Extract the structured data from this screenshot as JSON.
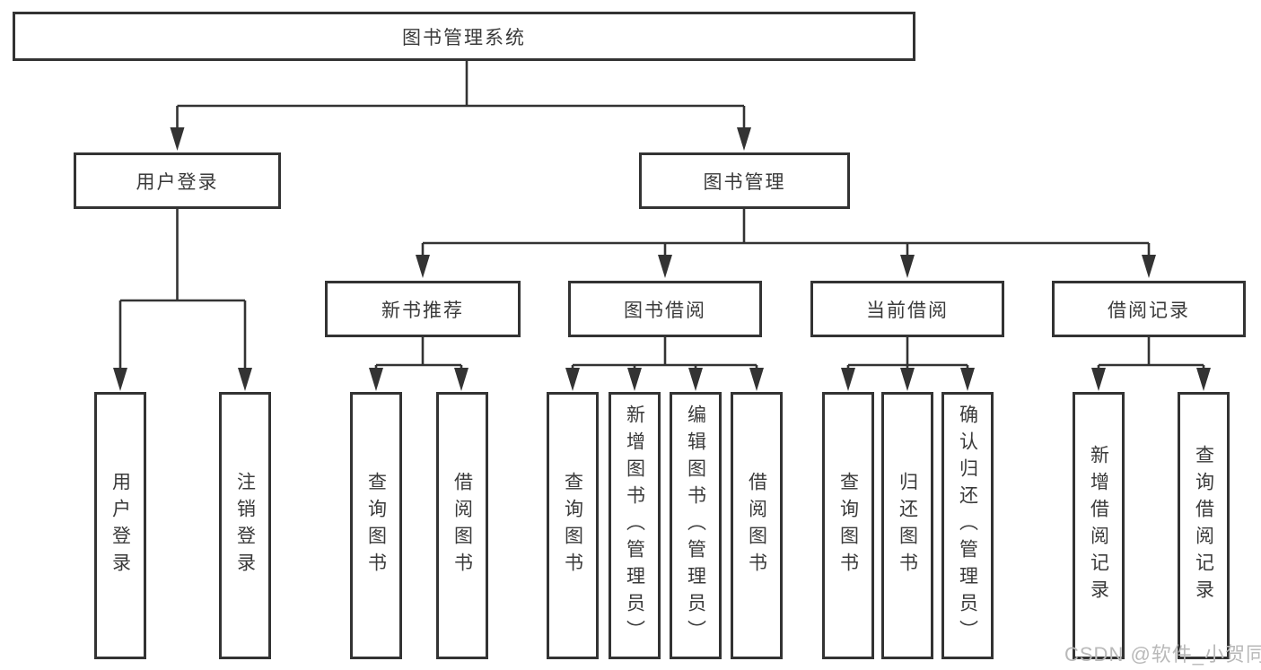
{
  "diagram_title": "图书管理系统",
  "colors": {
    "line": "#333333",
    "text": "#3a3a3a",
    "box_bg": "#ffffff",
    "watermark": "#b9b9b9",
    "page_bg": "#ffffff"
  },
  "nodes": {
    "root": {
      "label": "图书管理系统"
    },
    "level2": [
      {
        "label": "用户登录"
      },
      {
        "label": "图书管理"
      }
    ],
    "level3": [
      {
        "label": "新书推荐"
      },
      {
        "label": "图书借阅"
      },
      {
        "label": "当前借阅"
      },
      {
        "label": "借阅记录"
      }
    ],
    "leaves": {
      "user_login": [
        {
          "label": "用户登录"
        },
        {
          "label": "注销登录"
        }
      ],
      "new_book_recommendation": [
        {
          "label": "查询图书"
        },
        {
          "label": "借阅图书"
        }
      ],
      "book_borrowing": [
        {
          "label": "查询图书"
        },
        {
          "label": "新增图书（管理员）"
        },
        {
          "label": "编辑图书（管理员）"
        },
        {
          "label": "借阅图书"
        }
      ],
      "current_borrowing": [
        {
          "label": "查询图书"
        },
        {
          "label": "归还图书"
        },
        {
          "label": "确认归还（管理员）"
        }
      ],
      "borrowing_records": [
        {
          "label": "新增借阅记录"
        },
        {
          "label": "查询借阅记录"
        }
      ]
    }
  },
  "watermark": {
    "text": "CSDN @软件_小贺同学"
  }
}
